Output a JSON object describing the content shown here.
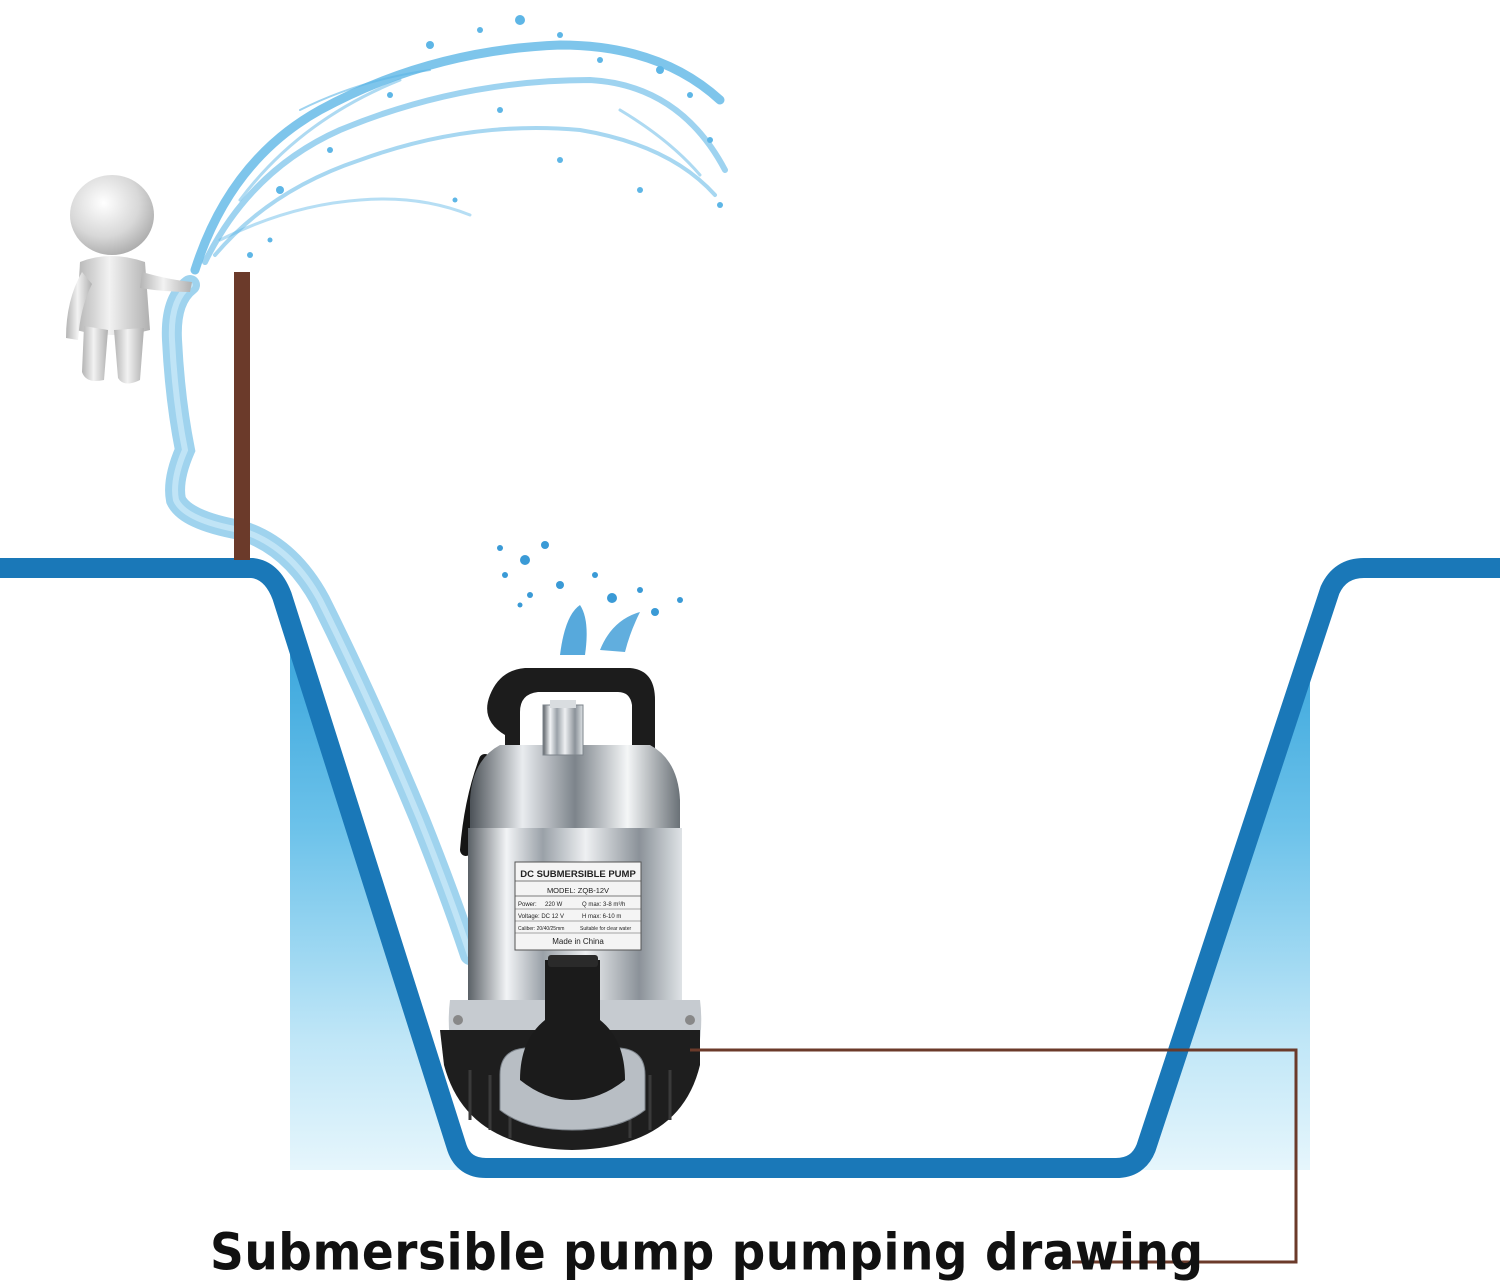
{
  "illustration": {
    "caption": "Submersible pump pumping drawing",
    "colors": {
      "pit_outline": "#1a78b8",
      "water_light": "#d4eefa",
      "water_deep": "#4fb4e4",
      "hose": "#9fd3ee",
      "spray": "#5eb6e6",
      "post": "#6b3a2a",
      "leader_line": "#6b3a2a",
      "figure": "#d9d9d9",
      "pump_steel": "#c8cdd2",
      "pump_base": "#1e1e1e",
      "caption_text": "#111111"
    },
    "pump": {
      "nameplate": {
        "title": "DC SUBMERSIBLE PUMP",
        "model": "MODEL: ZQB-12V",
        "power_label": "Power:",
        "power_value": "220  W",
        "qmax": "Q max: 3-8 m³/h",
        "voltage": "Voltage: DC 12 V",
        "hmax": "H max: 6-10  m",
        "caliber": "Caliber: 20/40/25mm",
        "suitable": "Suitable for clear water",
        "origin": "Made in China"
      }
    },
    "icons": [
      "person-figure-icon",
      "water-spray-icon",
      "pump-icon"
    ]
  }
}
